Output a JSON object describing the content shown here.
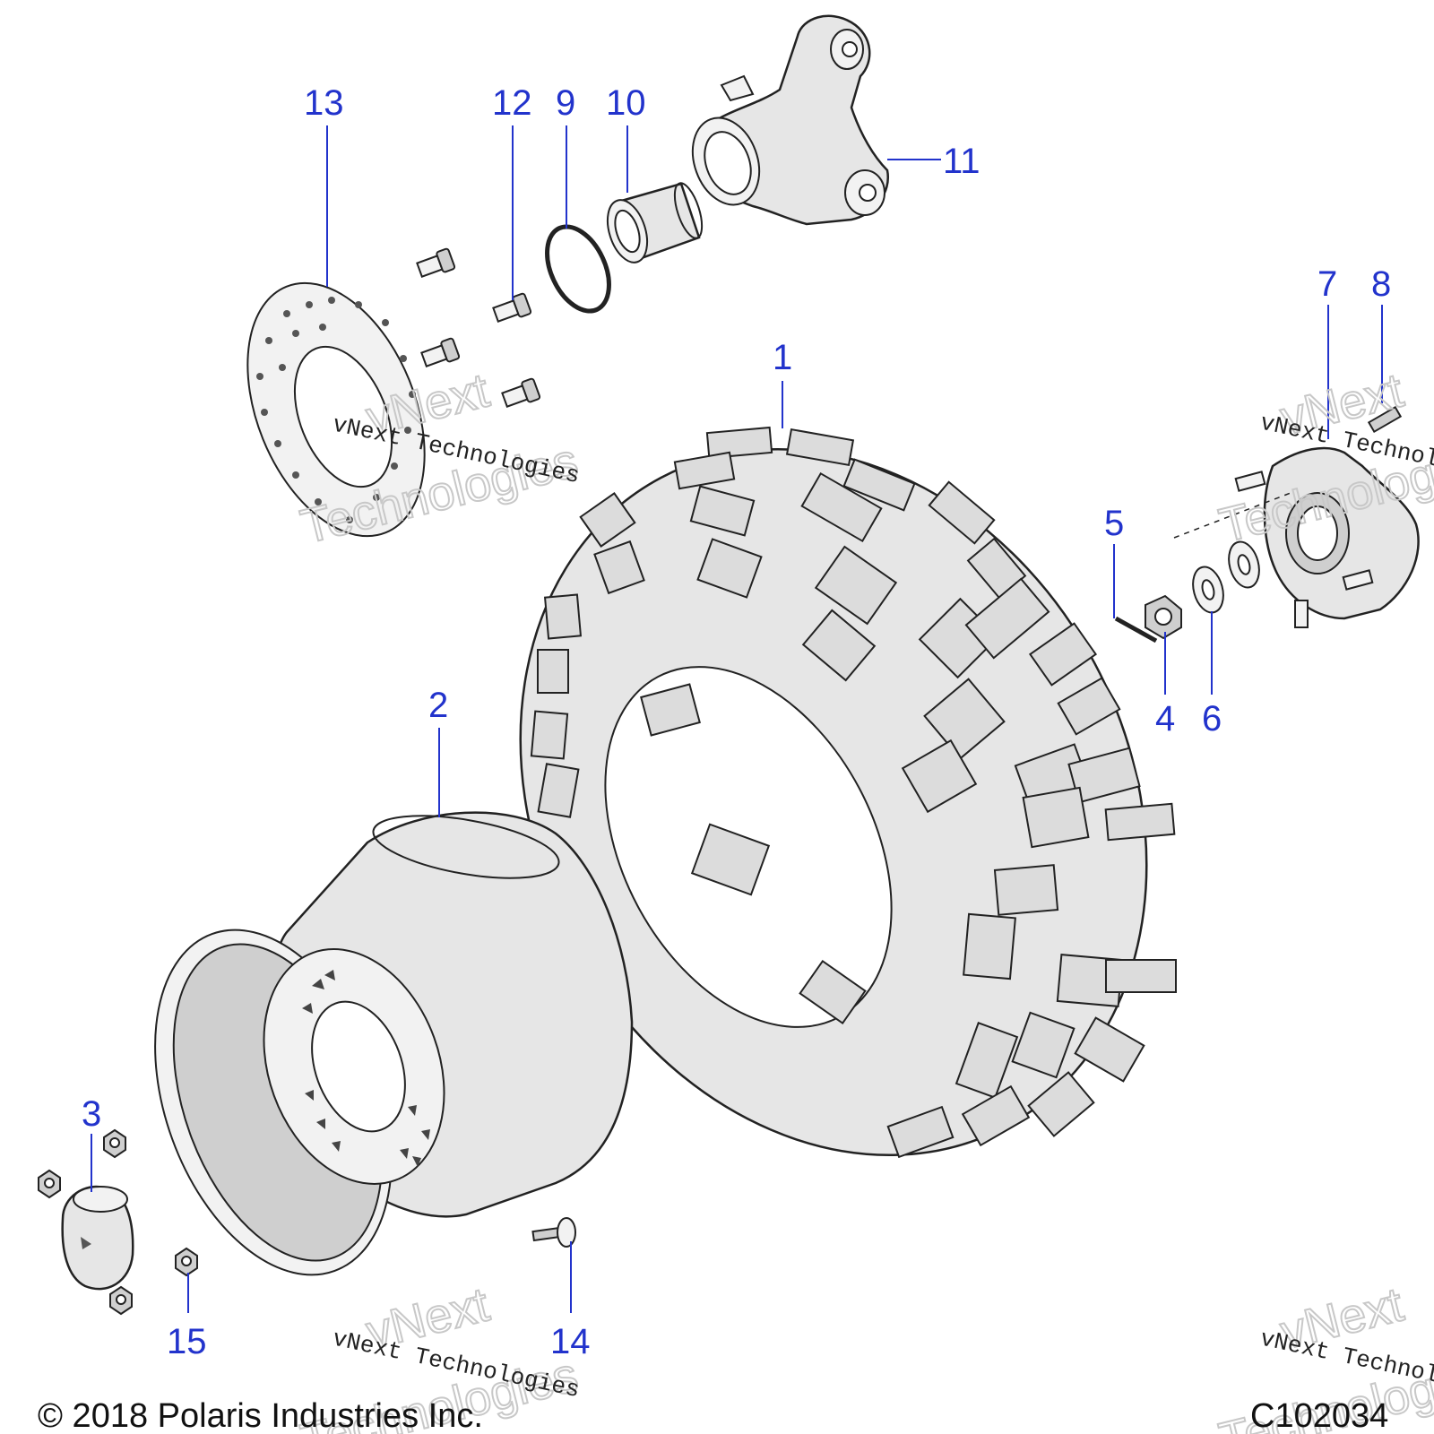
{
  "callouts": [
    {
      "id": "1",
      "label": "1"
    },
    {
      "id": "2",
      "label": "2"
    },
    {
      "id": "3",
      "label": "3"
    },
    {
      "id": "4",
      "label": "4"
    },
    {
      "id": "5",
      "label": "5"
    },
    {
      "id": "6",
      "label": "6"
    },
    {
      "id": "7",
      "label": "7"
    },
    {
      "id": "8",
      "label": "8"
    },
    {
      "id": "9",
      "label": "9"
    },
    {
      "id": "10",
      "label": "10"
    },
    {
      "id": "11",
      "label": "11"
    },
    {
      "id": "12",
      "label": "12"
    },
    {
      "id": "13",
      "label": "13"
    },
    {
      "id": "14",
      "label": "14"
    },
    {
      "id": "15",
      "label": "15"
    }
  ],
  "watermark": {
    "small": "vNext Technologies",
    "big_line1": "vNext",
    "big_line2": "Technologies"
  },
  "footer": {
    "copyright": "© 2018 Polaris Industries Inc.",
    "code": "C102034"
  },
  "colors": {
    "callout": "#2233cc",
    "line": "#222222",
    "fill": "#e6e6e6"
  }
}
